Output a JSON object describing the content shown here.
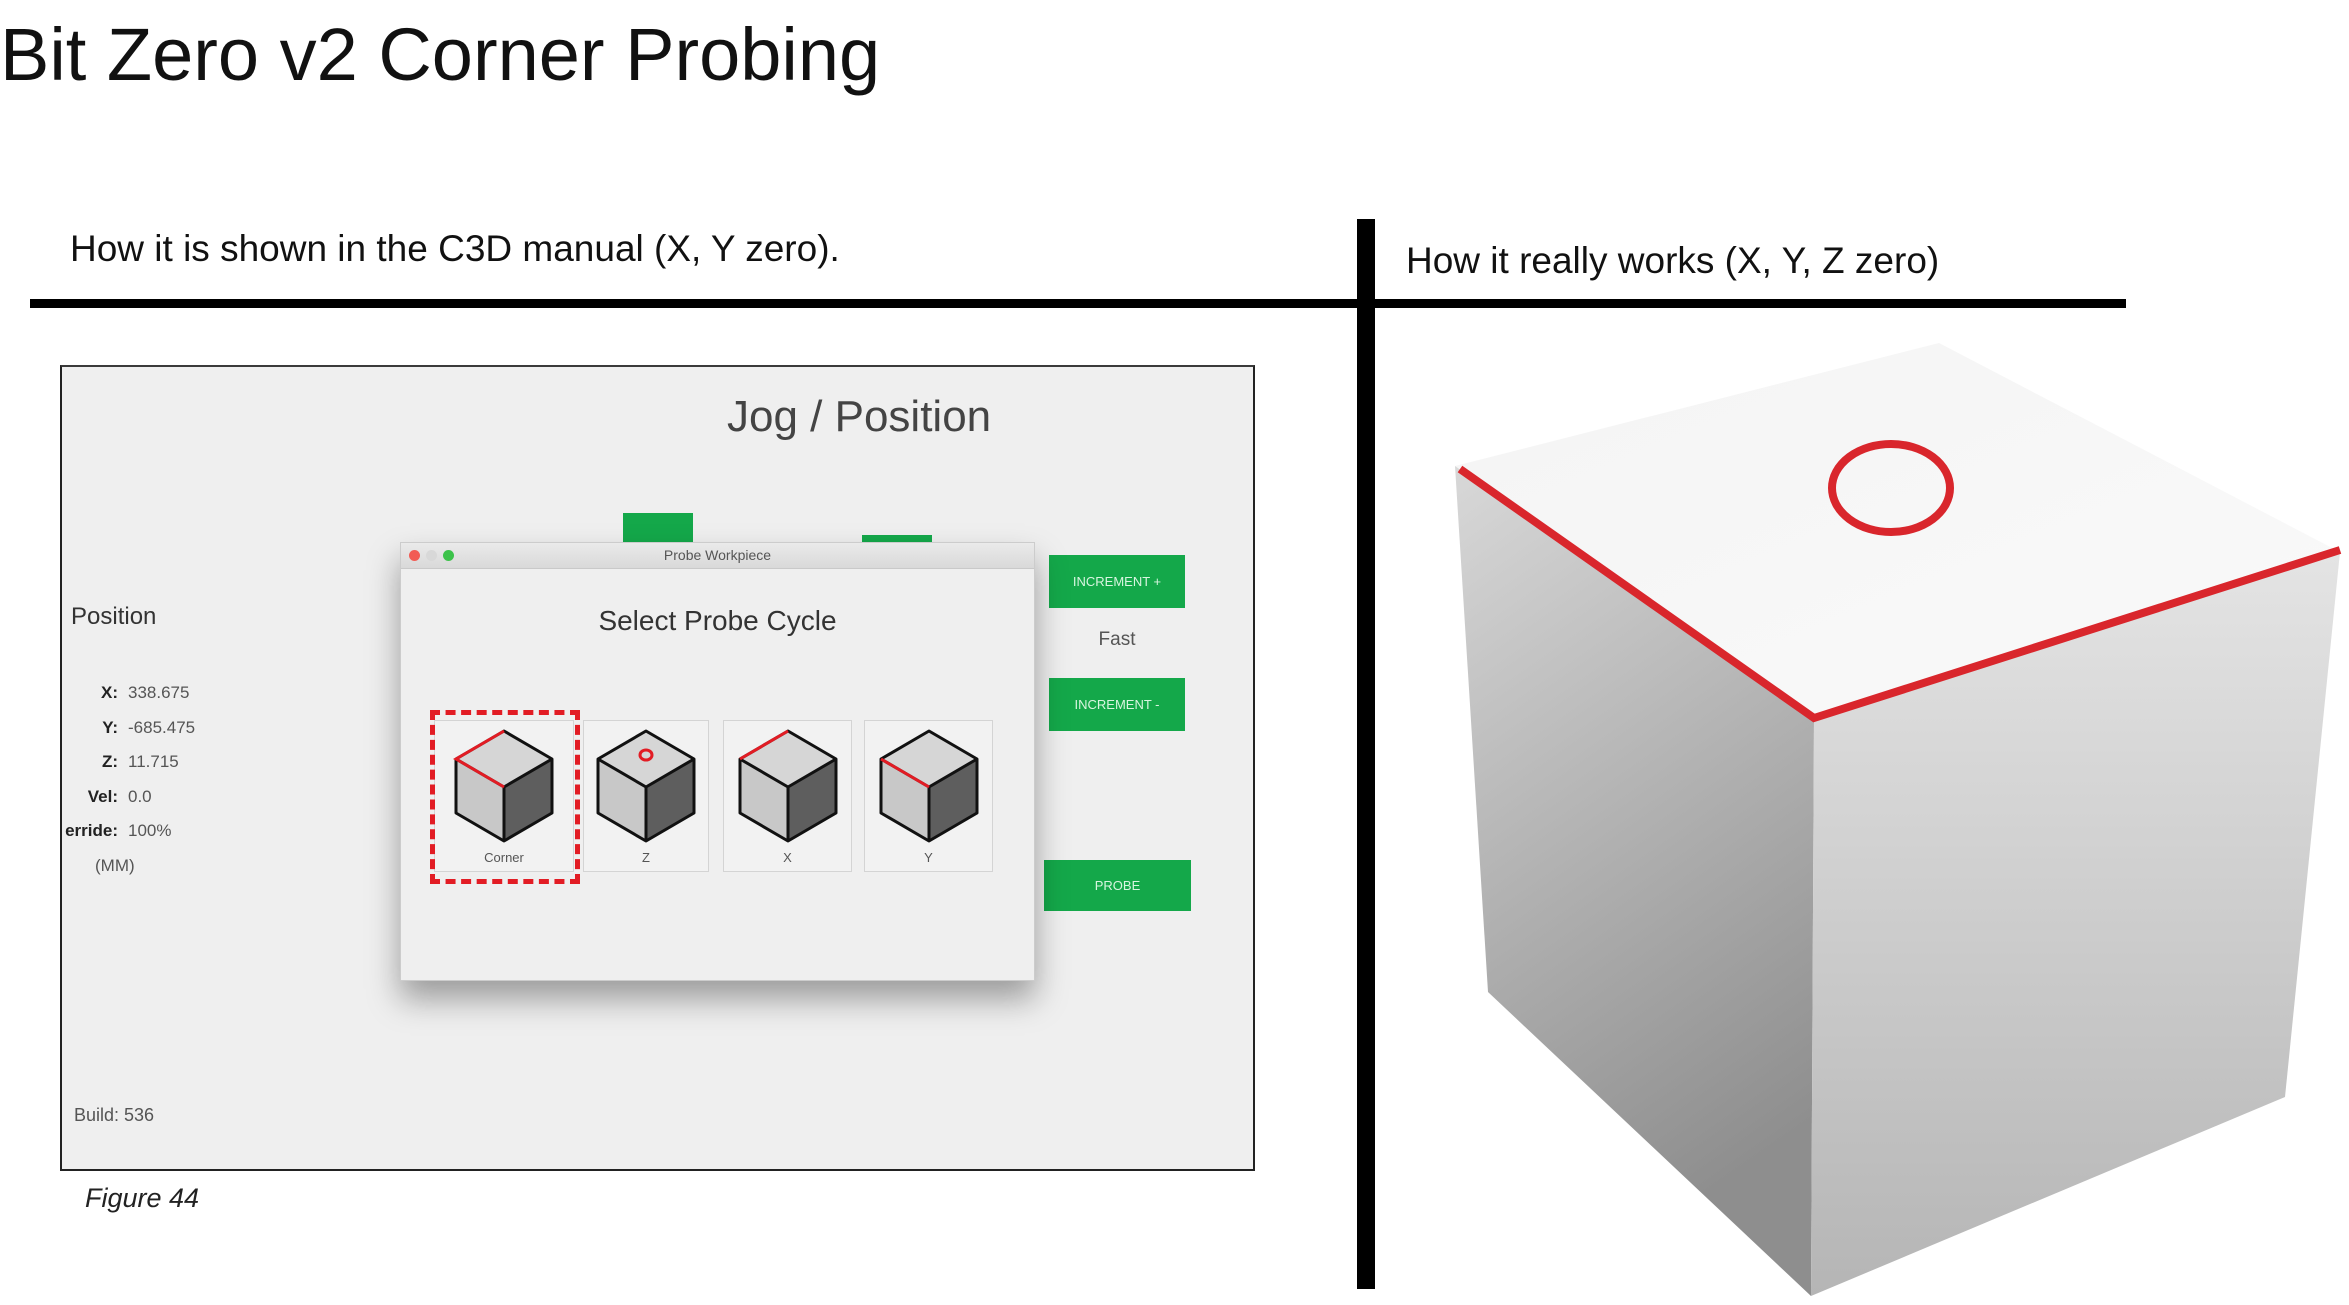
{
  "title": "Bit Zero v2 Corner Probing",
  "left_header": "How it is shown in the C3D manual (X, Y zero).",
  "right_header": "How it really works (X, Y, Z zero)",
  "figure_caption": "Figure 44",
  "app": {
    "page_title": "Jog / Position",
    "position": {
      "label": "Position",
      "rows": [
        {
          "label": "X:",
          "value": "338.675"
        },
        {
          "label": "Y:",
          "value": "-685.475"
        },
        {
          "label": "Z:",
          "value": "11.715"
        },
        {
          "label": "Vel:",
          "value": "0.0"
        },
        {
          "label": "erride:",
          "value": "100%"
        }
      ],
      "units": "(MM)"
    },
    "build": "Build: 536",
    "buttons": {
      "increment_plus": "INCREMENT +",
      "speed": "Fast",
      "increment_minus": "INCREMENT -",
      "probe": "PROBE"
    },
    "dialog": {
      "window_title": "Probe Workpiece",
      "heading": "Select Probe Cycle",
      "cycles": [
        {
          "label": "Corner",
          "highlight": "corner",
          "selected": true
        },
        {
          "label": "Z",
          "highlight": "circle",
          "selected": false
        },
        {
          "label": "X",
          "highlight": "x-edge",
          "selected": false
        },
        {
          "label": "Y",
          "highlight": "y-edge",
          "selected": false
        }
      ]
    }
  },
  "colors": {
    "accent_green": "#14a84a",
    "highlight_red": "#e21c24"
  }
}
